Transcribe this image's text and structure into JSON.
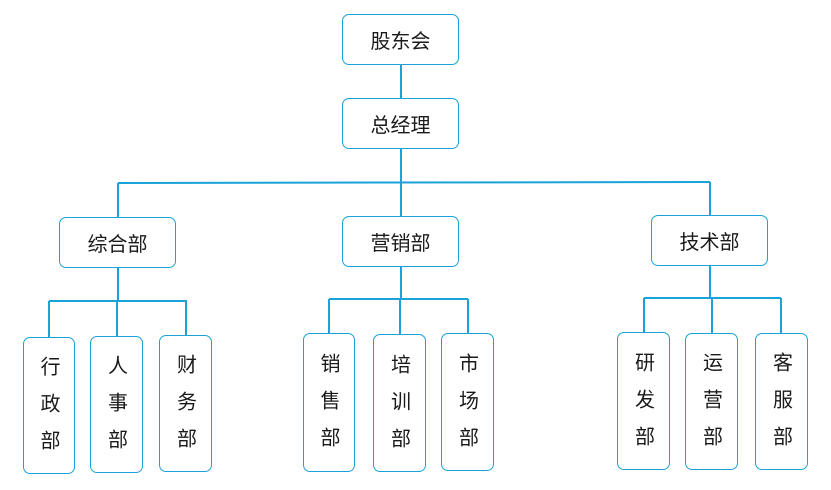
{
  "chart": {
    "root": "股东会",
    "general_manager": "总经理",
    "departments": [
      {
        "name": "综合部",
        "units": [
          "行政部",
          "人事部",
          "财务部"
        ]
      },
      {
        "name": "营销部",
        "units": [
          "销售部",
          "培训部",
          "市场部"
        ]
      },
      {
        "name": "技术部",
        "units": [
          "研发部",
          "运营部",
          "客服部"
        ]
      }
    ]
  },
  "colors": {
    "line": "#1aa3d9",
    "border": "#1aa3d9",
    "text": "#1a1a1a",
    "background": "#ffffff"
  }
}
